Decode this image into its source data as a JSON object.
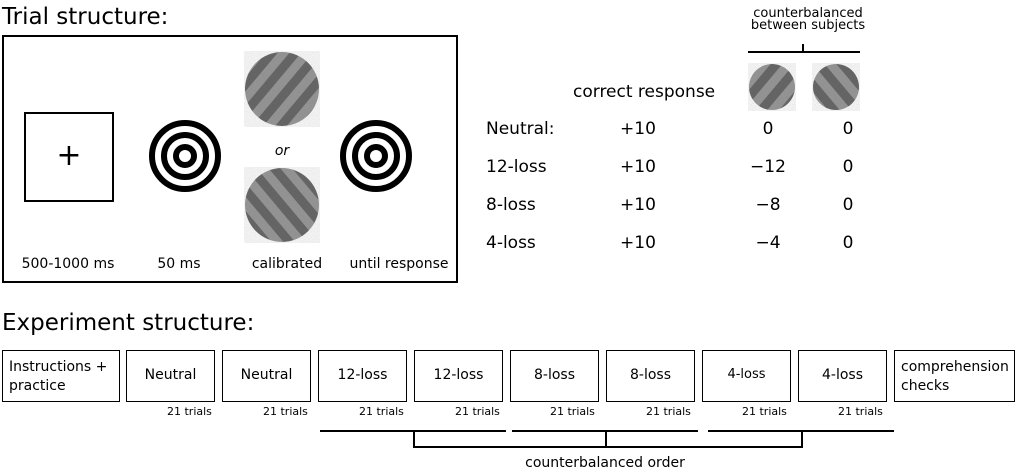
{
  "trial_section": {
    "title": "Trial structure:",
    "fixation_symbol": "+",
    "or_label": "or",
    "timings": [
      "500-1000 ms",
      "50 ms",
      "calibrated",
      "until response"
    ]
  },
  "payoff_table": {
    "counterbalanced_label_line1": "counterbalanced",
    "counterbalanced_label_line2": "between subjects",
    "correct_response_header": "correct response",
    "rows": [
      {
        "label": "Neutral:",
        "correct": "+10",
        "stim_a": "0",
        "stim_b": "0"
      },
      {
        "label": "12-loss",
        "correct": "+10",
        "stim_a": "−12",
        "stim_b": "0"
      },
      {
        "label": "8-loss",
        "correct": "+10",
        "stim_a": "−8",
        "stim_b": "0"
      },
      {
        "label": "4-loss",
        "correct": "+10",
        "stim_a": "−4",
        "stim_b": "0"
      }
    ]
  },
  "experiment_section": {
    "title": "Experiment structure:",
    "blocks": [
      {
        "label": "Instructions + practice",
        "trials": ""
      },
      {
        "label": "Neutral",
        "trials": "21 trials"
      },
      {
        "label": "Neutral",
        "trials": "21 trials"
      },
      {
        "label": "12-loss",
        "trials": "21 trials"
      },
      {
        "label": "12-loss",
        "trials": "21 trials"
      },
      {
        "label": "8-loss",
        "trials": "21 trials"
      },
      {
        "label": "8-loss",
        "trials": "21 trials"
      },
      {
        "label": "4-loss",
        "trials": "21 trials"
      },
      {
        "label": "4-loss",
        "trials": "21 trials"
      },
      {
        "label": "comprehension checks",
        "trials": ""
      }
    ],
    "counterbalanced_order_label": "counterbalanced order"
  }
}
